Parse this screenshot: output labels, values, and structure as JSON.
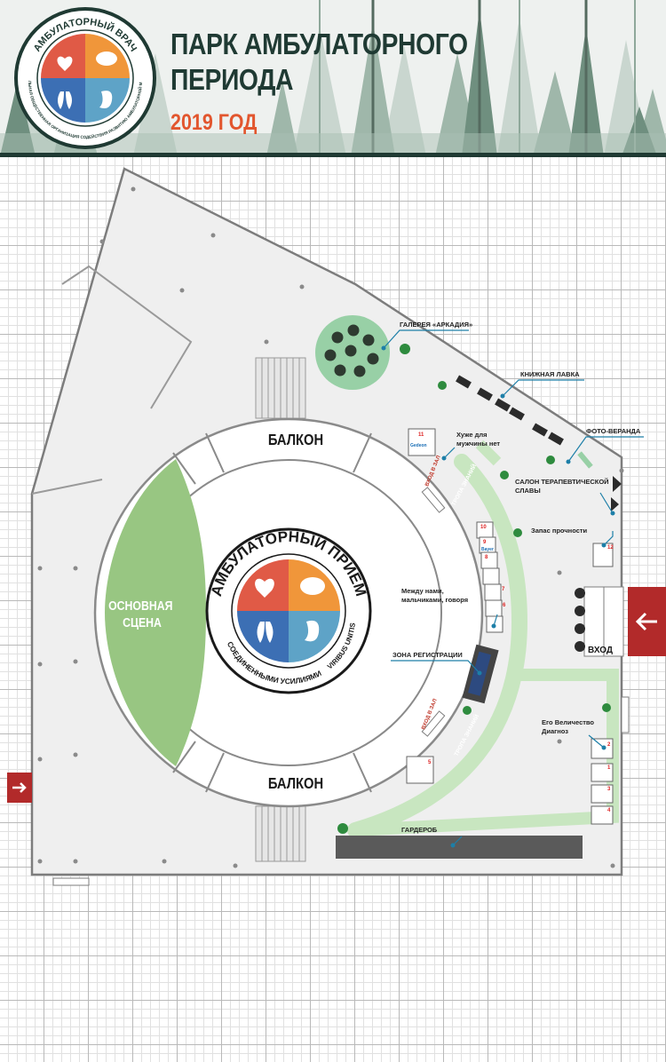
{
  "header": {
    "title_line1": "ПАРК АМБУЛАТОРНОГО",
    "title_line2": "ПЕРИОДА",
    "year": "2019 ГОД",
    "logo_top": "АМБУЛАТОРНЫЙ ВРАЧ",
    "logo_bottom": "РЕГИОНАЛЬНАЯ ОБЩЕСТВЕННАЯ ОРГАНИЗАЦИЯ СОДЕЙСТВИЯ РАЗВИТИЮ АМБУЛАТОРНОЙ МЕДИЦИНЫ"
  },
  "colors": {
    "header_dark": "#1f3a33",
    "accent_orange": "#e2562e",
    "floor": "#efefef",
    "path_green": "#c8e6c0",
    "stage_green": "#98c682",
    "exit_red": "#b22a2a",
    "puzzle_red": "#e05a46",
    "puzzle_orange": "#f0963a",
    "puzzle_blue": "#3c6fb4",
    "puzzle_teal": "#5ea3c7"
  },
  "map": {
    "balcony_top": "БАЛКОН",
    "balcony_bottom": "БАЛКОН",
    "main_stage": "ОСНОВНАЯ СЦЕНА",
    "entrance": "ВХОД",
    "logo_top": "АМБУЛАТОРНЫЙ ПРИЕМ",
    "logo_bottom": "СОЕДИНЕННЫМИ УСИЛИЯМИ",
    "logo_motto": "VIRIBUS UNITIS",
    "hall_entrance_top": "ВХОД В ЗАЛ",
    "hall_entrance_bottom": "ВХОД В ЗАЛ",
    "trail_top": "ТРОПА ЗНАНИЙ",
    "trail_bottom": "ТРОПА ЗНАНИЙ",
    "labels": {
      "gallery": "ГАЛЕРЕЯ «АРКАДИЯ»",
      "bookshop": "КНИЖНАЯ ЛАВКА",
      "photo_veranda": "ФОТО-ВЕРАНДА",
      "worse_for_men_l1": "Хуже для",
      "worse_for_men_l2": "мужчины нет",
      "salon_l1": "САЛОН ТЕРАПЕВТИЧЕСКОЙ",
      "salon_l2": "СЛАВЫ",
      "strength": "Запас прочности",
      "between_us_l1": "Между нами,",
      "between_us_l2": "мальчиками, говоря",
      "registration": "ЗОНА РЕГИСТРАЦИИ",
      "diagnosis_l1": "Его Величество",
      "diagnosis_l2": "Диагноз",
      "cloakroom": "ГАРДЕРОБ"
    },
    "booths": {
      "b1": "1",
      "b2": "2",
      "b3": "3",
      "b4": "4",
      "b5": "5",
      "b6": "6",
      "b7": "7",
      "b8": "8",
      "b9": "9",
      "b10": "10",
      "b11": "11",
      "b12": "12",
      "sponsor_bayer": "Bayer",
      "sponsor_gedeon": "Gedeon"
    }
  }
}
